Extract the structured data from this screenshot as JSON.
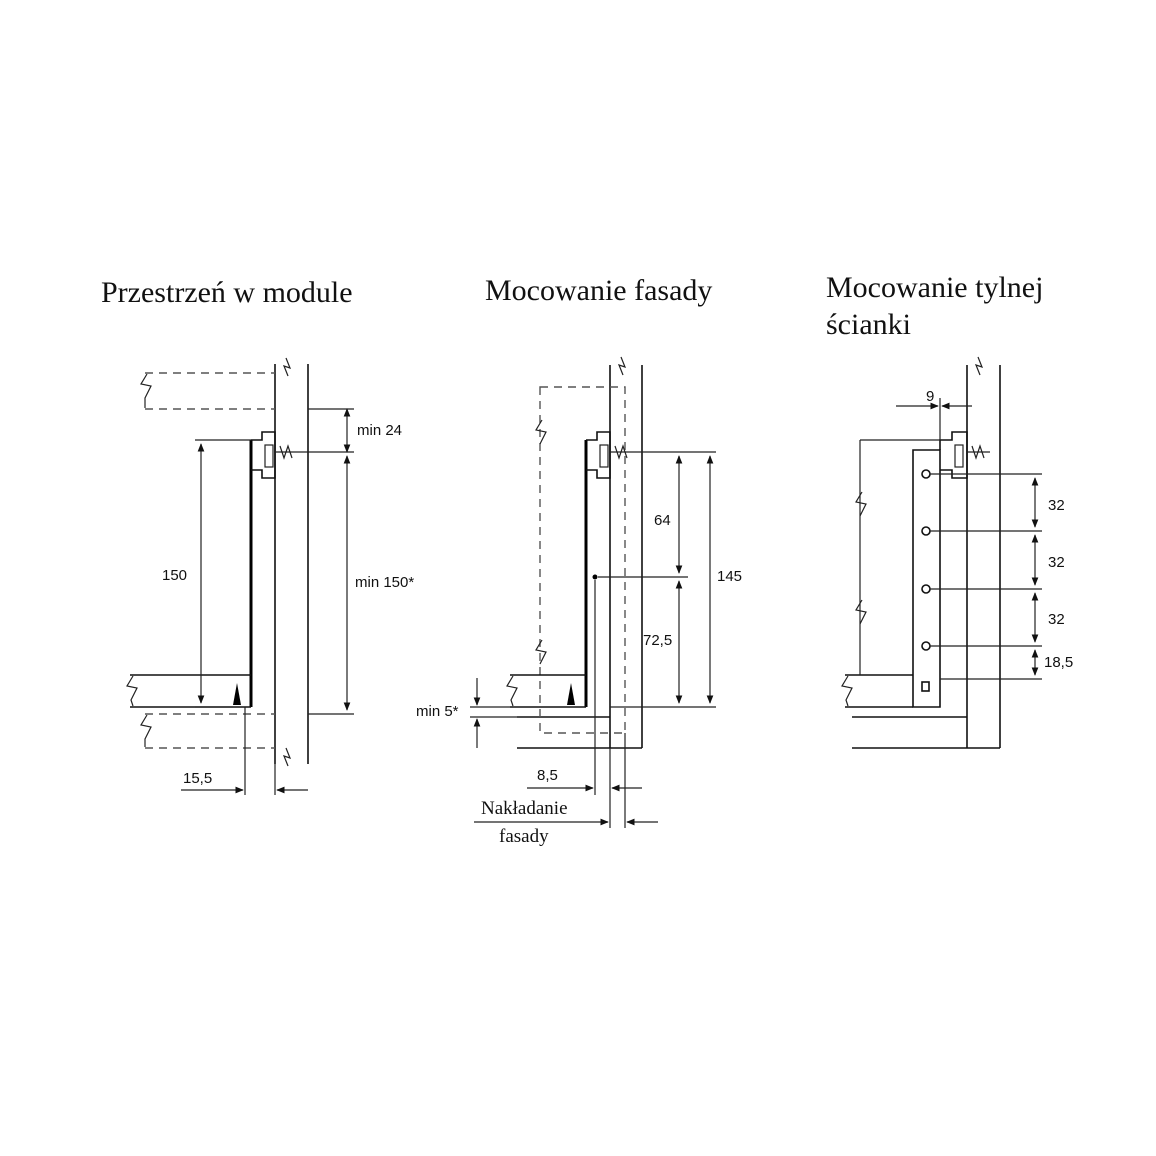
{
  "panels": [
    {
      "title_lines": [
        "Przestrzeń w module"
      ],
      "dimensions": {
        "height": "150",
        "clearance_top": "min 24",
        "clearance_height": "min 150*",
        "side_offset": "15,5"
      }
    },
    {
      "title_lines": [
        "Mocowanie fasady"
      ],
      "dimensions": {
        "upper": "64",
        "lower": "72,5",
        "total": "145",
        "bottom_gap": "min 5*",
        "offset": "8,5"
      },
      "note_lines": [
        "Nakładanie",
        "fasady"
      ]
    },
    {
      "title_lines": [
        "Mocowanie tylnej",
        "ścianki"
      ],
      "dimensions": {
        "top_offset": "9",
        "pitch_1": "32",
        "pitch_2": "32",
        "pitch_3": "32",
        "bottom": "18,5"
      }
    }
  ]
}
